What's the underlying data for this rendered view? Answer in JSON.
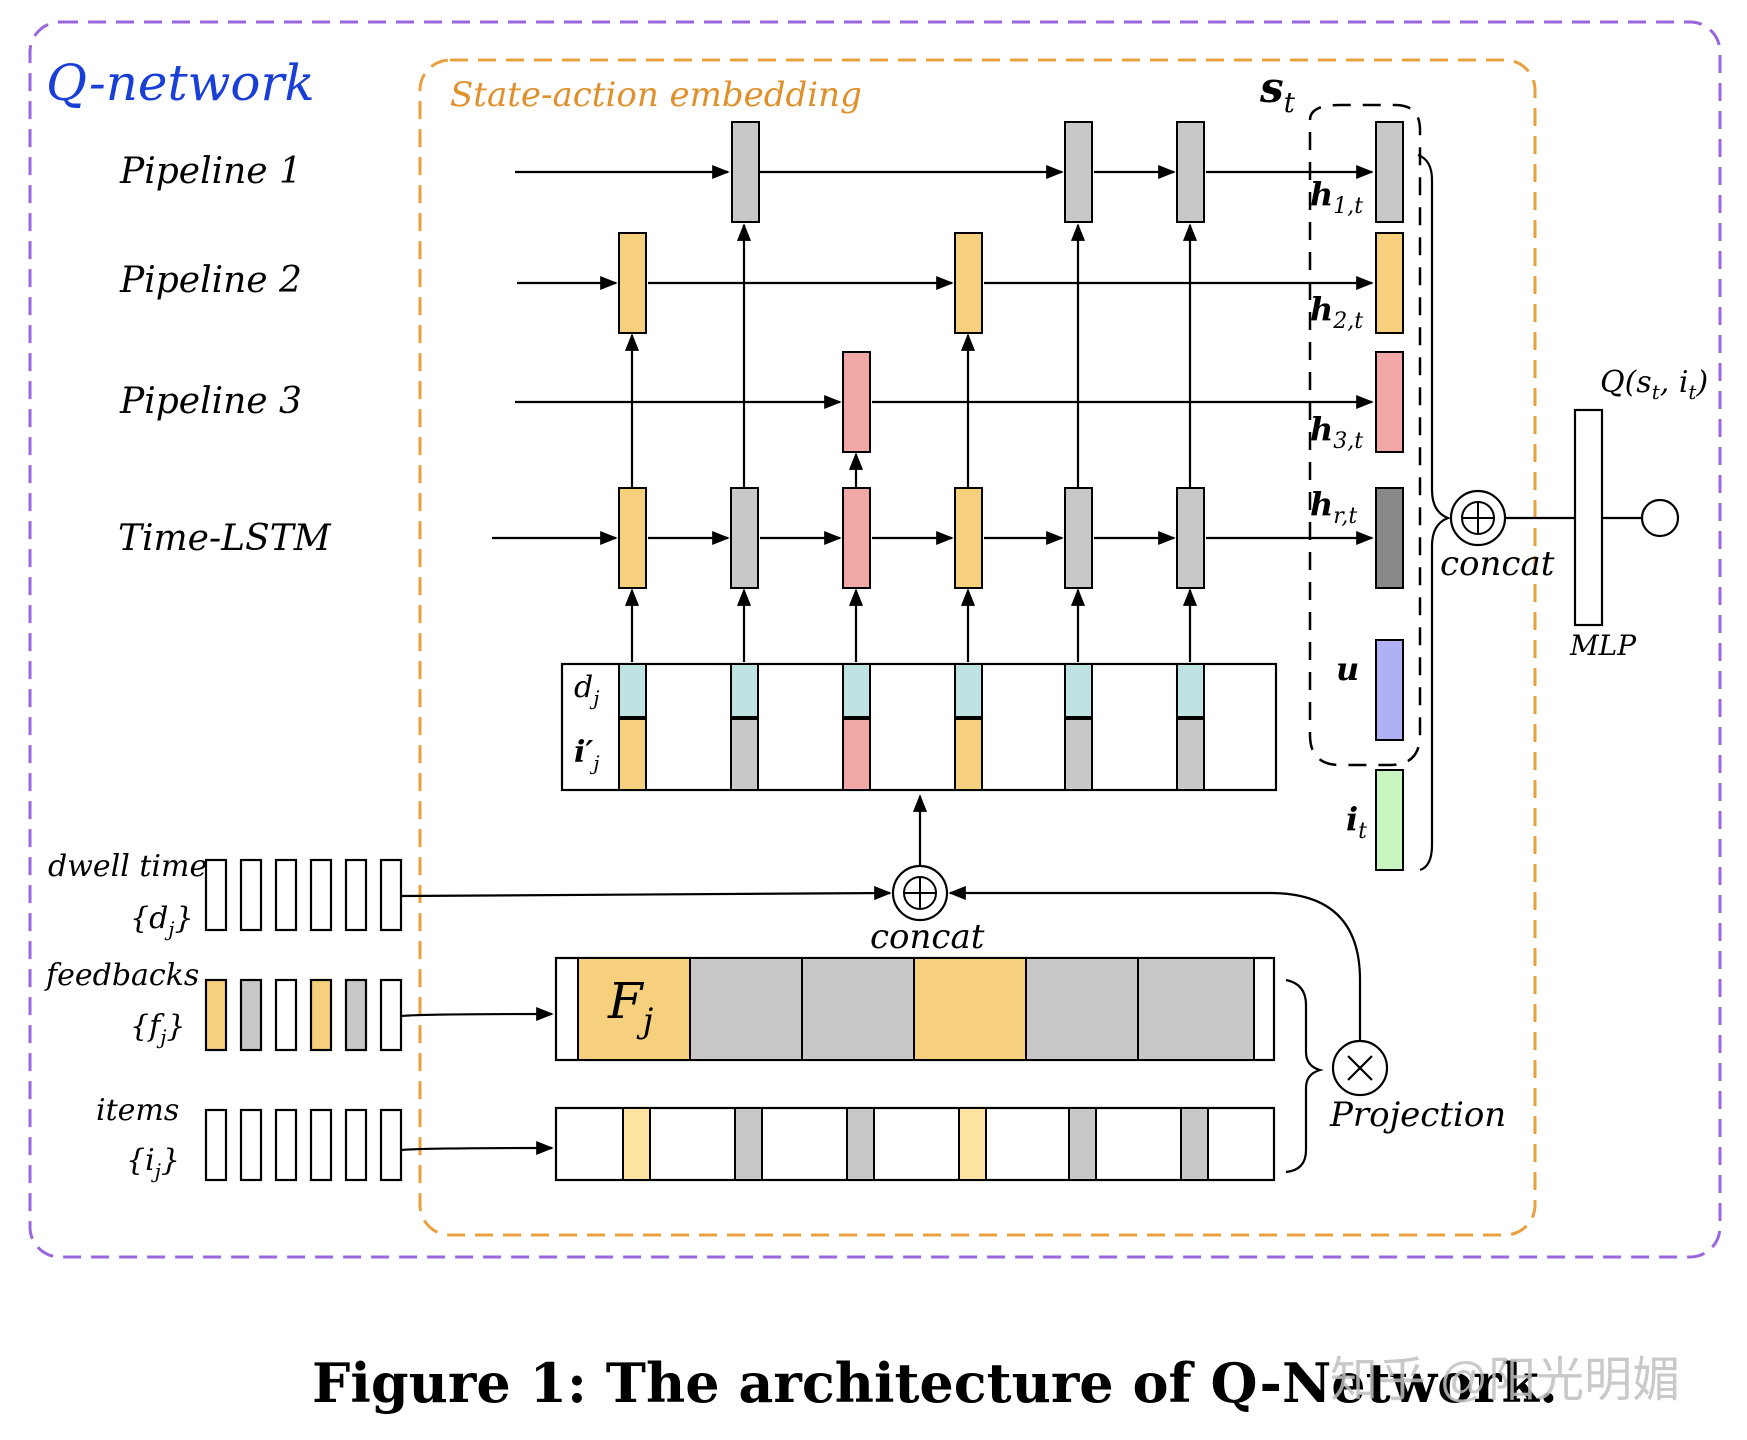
{
  "labels": {
    "title": "Q-network",
    "embedding_box": "State-action embedding",
    "state": "s",
    "state_sub": "t",
    "pipeline_1": "Pipeline 1",
    "pipeline_2": "Pipeline 2",
    "pipeline_3": "Pipeline 3",
    "time_lstm": "Time-LSTM",
    "h1t": "h",
    "h1t_sub": "1,t",
    "h2t": "h",
    "h2t_sub": "2,t",
    "h3t": "h",
    "h3t_sub": "3,t",
    "hrt": "h",
    "hrt_sub": "r,t",
    "u": "u",
    "it": "i",
    "it_sub": "t",
    "dj": "d",
    "dj_sub": "j",
    "ij_prime": "i′",
    "ij_prime_sub": "j",
    "concat_top": "concat",
    "concat_bottom": "concat",
    "mlp": "MLP",
    "q_output": "Q(s",
    "q_output_rest": ", i",
    "q_output_end": ")",
    "q_sub": "t",
    "dwell_time": "dwell time",
    "dwell_set": "{d",
    "dwell_set_end": "}",
    "feedbacks": "feedbacks",
    "feedbacks_set": "{f",
    "feedbacks_set_end": "}",
    "items": "items",
    "items_set": "{i",
    "items_set_end": "}",
    "set_sub": "j",
    "Fj": "F",
    "Fj_sub": "j",
    "projection": "Projection",
    "plus_symbol": "⊕",
    "times_symbol": "⊗"
  },
  "caption": "Figure 1: The architecture of Q-Network.",
  "watermark": "知乎 @阳光明媚",
  "colors": {
    "purple_border": "#9966dd",
    "orange_border": "#e8a040",
    "title_blue": "#1a3fd6",
    "embedding_orange": "#e0902a",
    "orange_cell": "#f7d07d",
    "gray_cell": "#c8c8c8",
    "pink_cell": "#f2a7a7",
    "cyan_cell": "#bfe3e3",
    "dark_gray_cell": "#888888",
    "blue_cell": "#b0b0f5",
    "green_cell": "#c8f5c0",
    "light_orange_cell": "#fde3a0"
  },
  "sequence_feedback_types": [
    "orange",
    "gray",
    "pink",
    "orange",
    "gray",
    "gray"
  ],
  "pipeline_assignment": [
    "pipeline_2",
    "pipeline_1",
    "pipeline_3",
    "pipeline_2",
    "pipeline_1",
    "pipeline_1"
  ],
  "feedback_input_colors": [
    "orange",
    "gray",
    "white",
    "orange",
    "gray",
    "white"
  ],
  "feedback_matrix_colors": [
    "orange",
    "gray",
    "gray",
    "orange",
    "gray",
    "gray"
  ],
  "items_row_colors": [
    "light_orange",
    "gray",
    "gray",
    "light_orange",
    "gray",
    "gray"
  ]
}
